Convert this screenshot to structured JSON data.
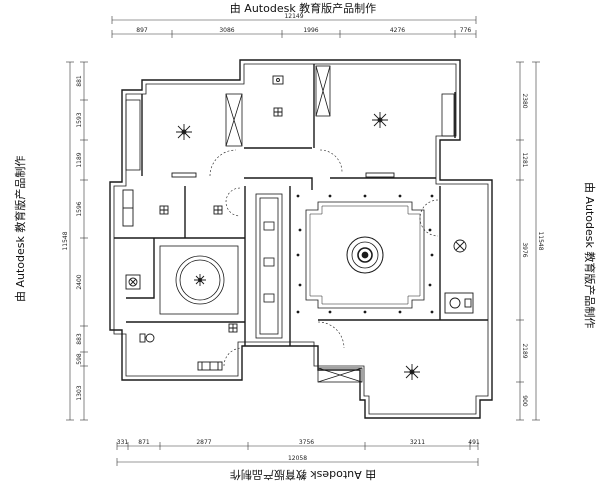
{
  "watermark": "由 Autodesk 教育版产品制作",
  "dims": {
    "top_total": "12149",
    "top": [
      "897",
      "3086",
      "1996",
      "4276",
      "776"
    ],
    "bottom_total": "12058",
    "bottom": [
      "331",
      "871",
      "2877",
      "3756",
      "3211",
      "491"
    ],
    "left_total": "11548",
    "left": [
      "881",
      "1593",
      "1189",
      "1596",
      "2400",
      "883",
      "598",
      "1303"
    ],
    "right_total": "11548",
    "right": [
      "2380",
      "1281",
      "3976",
      "2189",
      "900"
    ]
  },
  "colors": {
    "line": "#1a1a1a",
    "background": "#ffffff"
  }
}
